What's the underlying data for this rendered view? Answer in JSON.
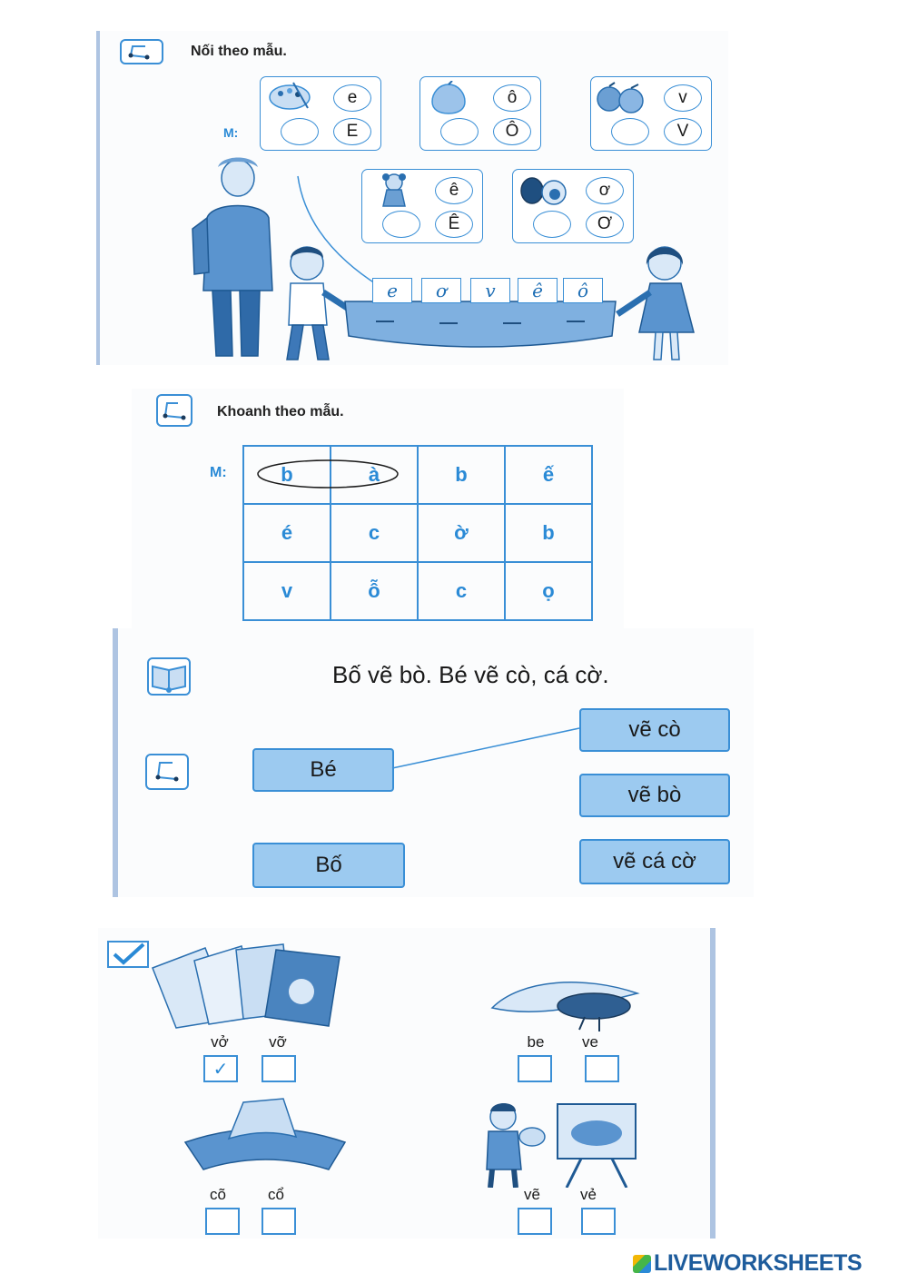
{
  "colors": {
    "accent": "#3a8fd6",
    "card_fill": "#9ccaf0",
    "text": "#1a1a1a",
    "bar": "#aec4e2"
  },
  "section1": {
    "instruction": "Nối theo mẫu.",
    "example_label": "M:",
    "cards": [
      {
        "picture": "paint-palette",
        "lower": "e",
        "upper": "E"
      },
      {
        "picture": "pomelo-fruit",
        "lower": "ô",
        "upper": "Ô"
      },
      {
        "picture": "oranges",
        "lower": "v",
        "upper": "V"
      },
      {
        "picture": "doll",
        "lower": "ê",
        "upper": "Ê"
      },
      {
        "picture": "avocado",
        "lower": "ơ",
        "upper": "Ơ"
      }
    ],
    "tiles": [
      "e",
      "ơ",
      "v",
      "ê",
      "ô"
    ]
  },
  "section2": {
    "instruction": "Khoanh theo mẫu.",
    "example_label": "M:",
    "grid": [
      [
        "b",
        "à",
        "b",
        "ế"
      ],
      [
        "é",
        "c",
        "ờ",
        "b"
      ],
      [
        "v",
        "ỗ",
        "c",
        "ọ"
      ]
    ]
  },
  "section3": {
    "sentence": "Bố vẽ bò. Bé vẽ cò, cá cờ.",
    "left": [
      "Bé",
      "Bố"
    ],
    "right": [
      "vẽ cò",
      "vẽ bò",
      "vẽ cá cờ"
    ]
  },
  "section4": {
    "items": [
      {
        "picture": "notebooks",
        "options": [
          "vở",
          "vỡ"
        ],
        "checked": 0
      },
      {
        "picture": "cicada",
        "options": [
          "be",
          "ve"
        ],
        "checked": null
      },
      {
        "picture": "scarf",
        "options": [
          "cõ",
          "cổ"
        ],
        "checked": null
      },
      {
        "picture": "boy-painting-cow",
        "options": [
          "vẽ",
          "vẻ"
        ],
        "checked": null
      }
    ]
  },
  "footer": {
    "logo_text": "LIVEWORKSHEETS"
  }
}
